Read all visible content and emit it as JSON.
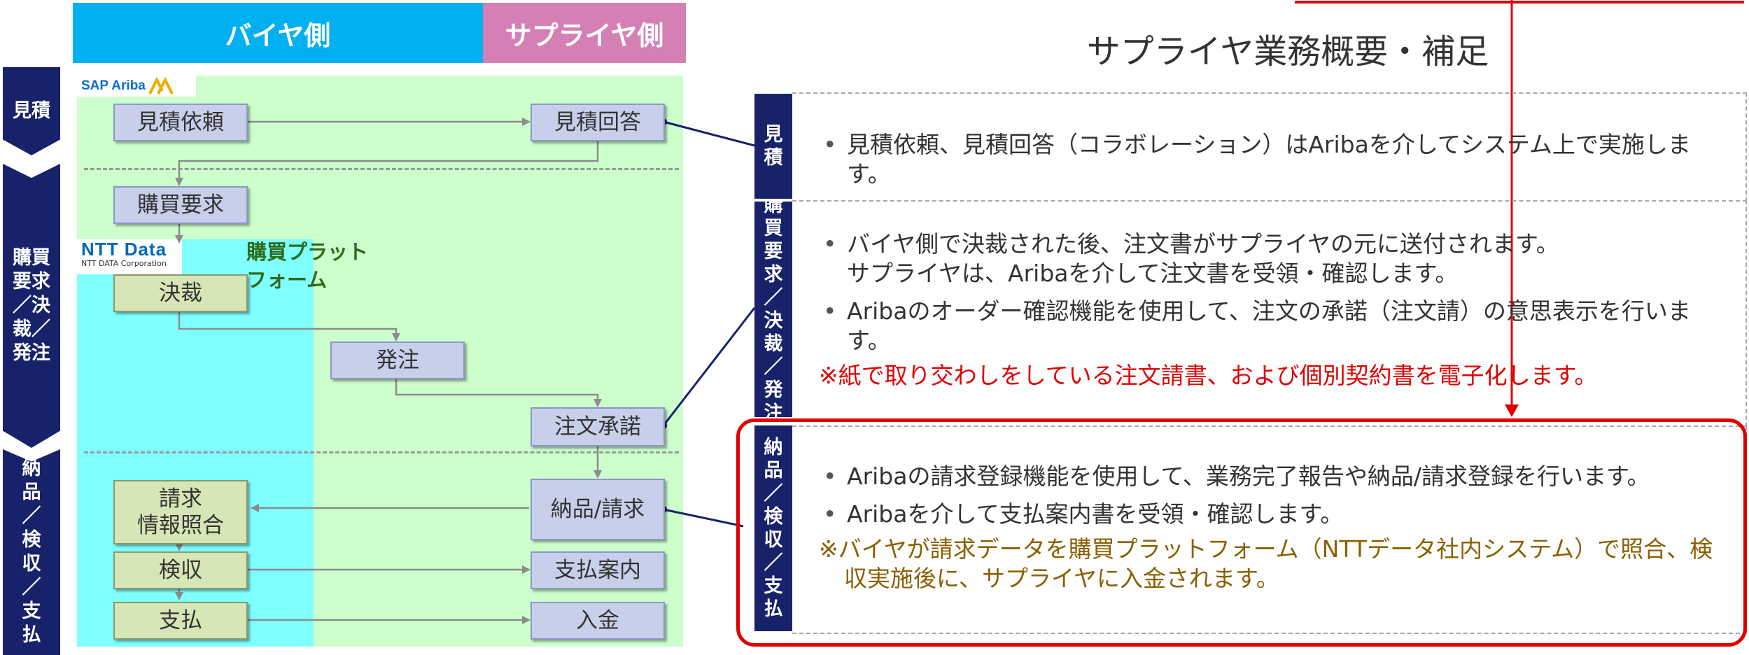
{
  "header": {
    "buyer": "バイヤ側",
    "supplier": "サプライヤ側"
  },
  "colors": {
    "buyer_header": "#00b0f0",
    "supplier_header": "#d580b5",
    "ariba_bg": "#ccffcc",
    "ntt_bg": "#7fffff",
    "navy": "#17226b",
    "highlight": "#e00000"
  },
  "phases": [
    "見積",
    "購買要求／決裁／発注",
    "納品／検収／支払"
  ],
  "logos": {
    "sap_ariba": "SAP Ariba",
    "ntt_data": "NTT Data",
    "ntt_data_sub": "NTT DATA Corporation",
    "platform_label": "購買プラット\nフォーム"
  },
  "flow": {
    "mitsumori_irai": "見積依頼",
    "mitsumori_kaito": "見積回答",
    "kobai_yokyu": "購買要求",
    "kessai": "決裁",
    "hatchu": "発注",
    "chumon_shodaku": "注文承諾",
    "seikyu_shogo": "請求\n情報照合",
    "nohin_seikyu": "納品/請求",
    "kenshu": "検収",
    "shiharai_annai": "支払案内",
    "shiharai": "支払",
    "nyukin": "入金"
  },
  "right": {
    "title": "サプライヤ業務概要・補足",
    "tabs": [
      "見積",
      "購買要求／決裁／発注",
      "納品／検収／支払"
    ],
    "sec1": [
      "見積依頼、見積回答（コラボレーション）はAribaを介してシステム上で実施します。"
    ],
    "sec2": [
      "バイヤ側で決裁された後、注文書がサプライヤの元に送付されます。\nサプライヤは、Aribaを介して注文書を受領・確認します。",
      "Aribaのオーダー確認機能を使用して、注文の承諾（注文請）の意思表示を行います。"
    ],
    "sec2_note": "※紙で取り交わしをしている注文請書、および個別契約書を電子化します。",
    "sec3": [
      "Aribaの請求登録機能を使用して、業務完了報告や納品/請求登録を行います。",
      "Aribaを介して支払案内書を受領・確認します。"
    ],
    "sec3_note": "※バイヤが請求データを購買プラットフォーム（NTTデータ社内システム）で照合、検収実施後に、サプライヤに入金されます。"
  }
}
